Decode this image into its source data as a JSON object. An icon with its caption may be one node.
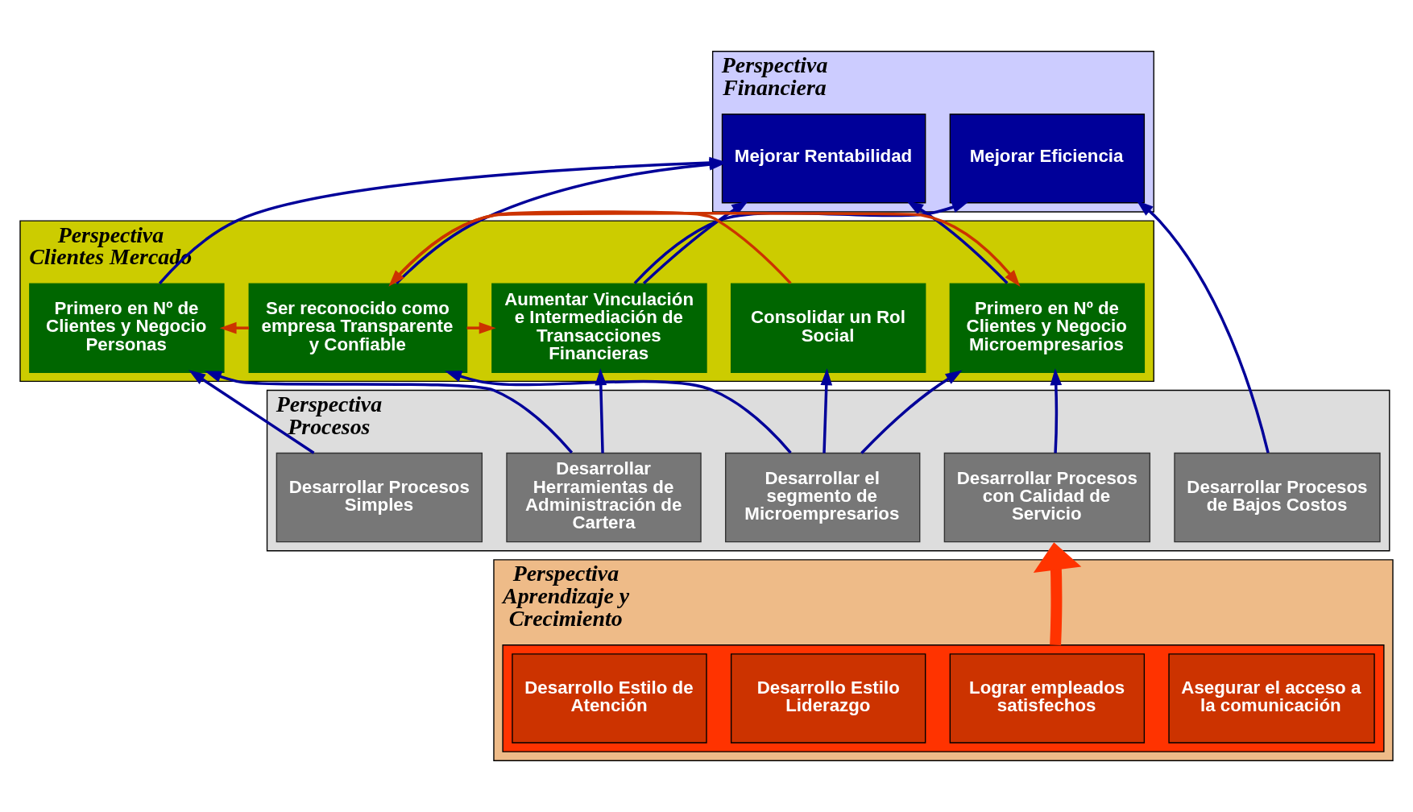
{
  "diagram": {
    "nodes": [
      {
        "text": [
          "Perspectiva Financiera"
        ]
      },
      {
        "text": [
          "Mejorar Rentabilidad"
        ],
        "in": 0
      },
      {
        "text": [
          "Mejorar Eficiencia"
        ],
        "in": 0
      },
      {
        "text": [
          "Perspectiva Clientes Mercado"
        ]
      },
      {
        "text": [
          "Aumentar Vinculación e Intermediación de Transacciones Financieras"
        ],
        "in": 3
      },
      {
        "text": [
          "Primero en Nº de Clientes y Negocio Personas"
        ],
        "in": 3
      },
      {
        "text": [
          "Primero en Nº de Clientes y Negocio Microempresarios"
        ],
        "in": 3
      },
      {
        "text": [
          "Ser reconocido como empresa Transparente y Confiable"
        ],
        "in": 3
      },
      {
        "text": [
          "Consolidar un Rol Social"
        ],
        "in": 3
      },
      {
        "text": [
          "Perspectiva Procesos"
        ]
      },
      {
        "text": [
          "Desarrollar Herramientas de Administración de Cartera"
        ],
        "in": 9
      },
      {
        "text": [
          "Desarrollar Procesos Simples"
        ],
        "in": 9
      },
      {
        "text": [
          "Desarrollar Procesos con Calidad de Servicio"
        ],
        "in": 9
      },
      {
        "text": [
          "Desarrollar Procesos de Bajos Costos"
        ],
        "in": 9
      },
      {
        "text": [
          "Desarrollar el segmento de Microempresarios"
        ],
        "in": 9
      },
      {
        "text": [
          "Perspectiva Aprendizaje y Crecimiento"
        ]
      },
      {
        "text": [],
        "shape": "box",
        "in": 15
      },
      {
        "text": [
          "Desarrollo Estilo de Atención"
        ],
        "in": 16
      },
      {
        "text": [
          "Desarrollo Estilo Liderazgo"
        ],
        "in": 16
      },
      {
        "text": [
          "Lograr empleados satisfechos"
        ],
        "in": 16
      },
      {
        "text": [
          "Asegurar el acceso a la comunicación"
        ],
        "in": 16
      }
    ],
    "edges": [
      {
        "from": 4,
        "to": 1,
        "arrow": "to"
      },
      {
        "from": 4,
        "to": 2,
        "arrow": "to"
      },
      {
        "from": 5,
        "to": 1,
        "arrow": "to"
      },
      {
        "from": 6,
        "to": 1,
        "arrow": "to"
      },
      {
        "from": 7,
        "to": 1,
        "arrow": "to"
      },
      {
        "from": 13,
        "to": 2,
        "arrow": "to"
      },
      {
        "from": 7,
        "to": 4,
        "arrow": "to",
        "color": "#cc3300"
      },
      {
        "from": 7,
        "to": 5,
        "arrow": "to",
        "color": "#cc3300"
      },
      {
        "from": 7,
        "to": 6,
        "arrow": "to",
        "color": "#cc3300"
      },
      {
        "from": 8,
        "to": 7,
        "arrow": "to",
        "color": "#cc3300"
      },
      {
        "from": 10,
        "to": 4,
        "arrow": "to"
      },
      {
        "from": 10,
        "to": 5,
        "arrow": "to"
      },
      {
        "from": 11,
        "to": 5,
        "arrow": "to"
      },
      {
        "from": 12,
        "to": 6,
        "arrow": "to"
      },
      {
        "from": 14,
        "to": 6,
        "arrow": "to"
      },
      {
        "from": 14,
        "to": 7,
        "arrow": "to"
      },
      {
        "from": 14,
        "to": 8,
        "arrow": "to"
      },
      {
        "from": 16,
        "to": 9,
        "arrow": "to",
        "style": "thick",
        "color": "#ff3300"
      }
    ]
  }
}
